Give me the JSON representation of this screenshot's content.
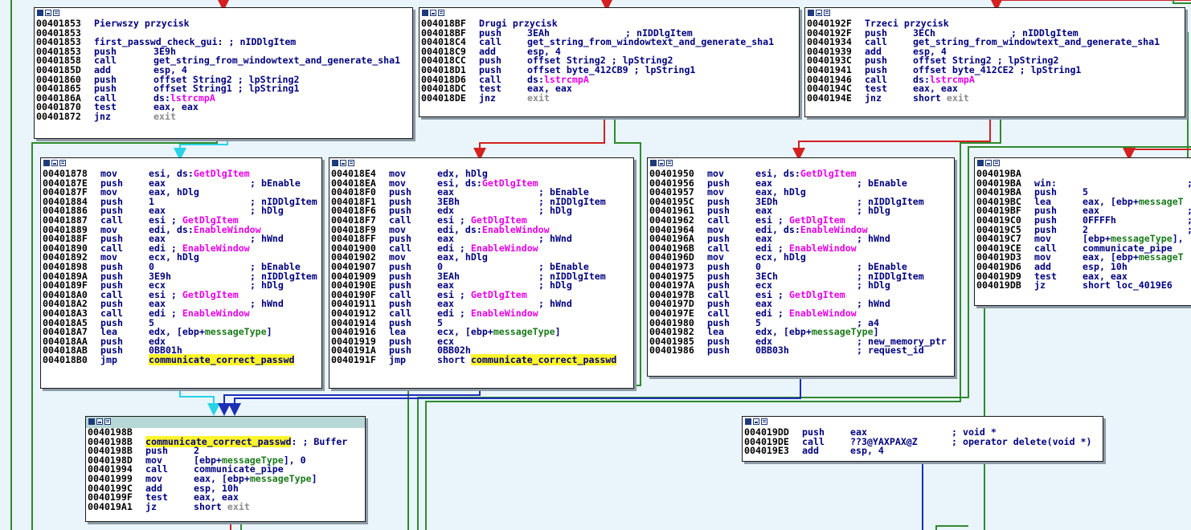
{
  "window": {
    "title": "IDA View - graph overview"
  },
  "colors": {
    "background": "#eaf4fb",
    "edge_true": "#2e8b2e",
    "edge_false": "#d42020",
    "edge_normal": "#1b2fb5",
    "edge_cyan": "#27d3e6",
    "highlight": "#fdf52a",
    "api_name": "#e800e8"
  },
  "blocks": [
    {
      "id": "b1",
      "lines": [
        {
          "addr": "00401853",
          "mn": "Pierwszy przycisk",
          "op": "",
          "cm": ""
        },
        {
          "addr": "00401853",
          "mn": "",
          "op": "",
          "cm": ""
        },
        {
          "addr": "00401853",
          "mn": "first_passwd_check_gui: ; nIDDlgItem",
          "op": "",
          "cm": ""
        },
        {
          "addr": "00401853",
          "mn": "push",
          "op": "3E9h",
          "cm": ""
        },
        {
          "addr": "00401858",
          "mn": "call",
          "op": "get_string_from_windowtext_and_generate_sha1",
          "cm": ""
        },
        {
          "addr": "0040185D",
          "mn": "add",
          "op": "esp, 4",
          "cm": ""
        },
        {
          "addr": "00401860",
          "mn": "push",
          "op": "offset String2 ; lpString2",
          "cm": ""
        },
        {
          "addr": "00401865",
          "mn": "push",
          "op": "offset String1 ; lpString1",
          "cm": ""
        },
        {
          "addr": "0040186A",
          "mn": "call",
          "op": "ds:lstrcmpA",
          "cm": ""
        },
        {
          "addr": "00401870",
          "mn": "test",
          "op": "eax, eax",
          "cm": ""
        },
        {
          "addr": "00401872",
          "mn": "jnz",
          "op": "exit",
          "cm": ""
        }
      ]
    },
    {
      "id": "b2",
      "lines": [
        {
          "addr": "004018BF",
          "mn": "Drugi przycisk",
          "op": "",
          "cm": ""
        },
        {
          "addr": "004018BF",
          "mn": "push",
          "op": "3EAh",
          "cm": "; nIDDlgItem"
        },
        {
          "addr": "004018C4",
          "mn": "call",
          "op": "get_string_from_windowtext_and_generate_sha1",
          "cm": ""
        },
        {
          "addr": "004018C9",
          "mn": "add",
          "op": "esp, 4",
          "cm": ""
        },
        {
          "addr": "004018CC",
          "mn": "push",
          "op": "offset String2 ; lpString2",
          "cm": ""
        },
        {
          "addr": "004018D1",
          "mn": "push",
          "op": "offset byte_412CB9 ; lpString1",
          "cm": ""
        },
        {
          "addr": "004018D6",
          "mn": "call",
          "op": "ds:lstrcmpA",
          "cm": ""
        },
        {
          "addr": "004018DC",
          "mn": "test",
          "op": "eax, eax",
          "cm": ""
        },
        {
          "addr": "004018DE",
          "mn": "jnz",
          "op": "exit",
          "cm": ""
        }
      ]
    },
    {
      "id": "b3",
      "lines": [
        {
          "addr": "0040192F",
          "mn": "Trzeci przycisk",
          "op": "",
          "cm": ""
        },
        {
          "addr": "0040192F",
          "mn": "push",
          "op": "3ECh",
          "cm": "; nIDDlgItem"
        },
        {
          "addr": "00401934",
          "mn": "call",
          "op": "get_string_from_windowtext_and_generate_sha1",
          "cm": ""
        },
        {
          "addr": "00401939",
          "mn": "add",
          "op": "esp, 4",
          "cm": ""
        },
        {
          "addr": "0040193C",
          "mn": "push",
          "op": "offset String2 ; lpString2",
          "cm": ""
        },
        {
          "addr": "00401941",
          "mn": "push",
          "op": "offset byte_412CE2 ; lpString1",
          "cm": ""
        },
        {
          "addr": "00401946",
          "mn": "call",
          "op": "ds:lstrcmpA",
          "cm": ""
        },
        {
          "addr": "0040194C",
          "mn": "test",
          "op": "eax, eax",
          "cm": ""
        },
        {
          "addr": "0040194E",
          "mn": "jnz",
          "op": "short exit",
          "cm": ""
        }
      ]
    },
    {
      "id": "b4",
      "lines": [
        {
          "addr": "00401878",
          "mn": "mov",
          "op": "esi, ds:GetDlgItem",
          "cm": ""
        },
        {
          "addr": "0040187E",
          "mn": "push",
          "op": "eax",
          "cm": "; bEnable"
        },
        {
          "addr": "0040187F",
          "mn": "mov",
          "op": "eax, hDlg",
          "cm": ""
        },
        {
          "addr": "00401884",
          "mn": "push",
          "op": "1",
          "cm": "; nIDDlgItem"
        },
        {
          "addr": "00401886",
          "mn": "push",
          "op": "eax",
          "cm": "; hDlg"
        },
        {
          "addr": "00401887",
          "mn": "call",
          "op": "esi ; GetDlgItem",
          "cm": ""
        },
        {
          "addr": "00401889",
          "mn": "mov",
          "op": "edi, ds:EnableWindow",
          "cm": ""
        },
        {
          "addr": "0040188F",
          "mn": "push",
          "op": "eax",
          "cm": "; hWnd"
        },
        {
          "addr": "00401890",
          "mn": "call",
          "op": "edi ; EnableWindow",
          "cm": ""
        },
        {
          "addr": "00401892",
          "mn": "mov",
          "op": "ecx, hDlg",
          "cm": ""
        },
        {
          "addr": "00401898",
          "mn": "push",
          "op": "0",
          "cm": "; bEnable"
        },
        {
          "addr": "0040189A",
          "mn": "push",
          "op": "3E9h",
          "cm": "; nIDDlgItem"
        },
        {
          "addr": "0040189F",
          "mn": "push",
          "op": "ecx",
          "cm": "; hDlg"
        },
        {
          "addr": "004018A0",
          "mn": "call",
          "op": "esi ; GetDlgItem",
          "cm": ""
        },
        {
          "addr": "004018A2",
          "mn": "push",
          "op": "eax",
          "cm": "; hWnd"
        },
        {
          "addr": "004018A3",
          "mn": "call",
          "op": "edi ; EnableWindow",
          "cm": ""
        },
        {
          "addr": "004018A5",
          "mn": "push",
          "op": "5",
          "cm": ""
        },
        {
          "addr": "004018A7",
          "mn": "lea",
          "op": "edx, [ebp+messageType]",
          "cm": ""
        },
        {
          "addr": "004018AA",
          "mn": "push",
          "op": "edx",
          "cm": ""
        },
        {
          "addr": "004018AB",
          "mn": "push",
          "op": "0BB01h",
          "cm": ""
        },
        {
          "addr": "004018B0",
          "mn": "jmp",
          "op": "communicate_correct_passwd",
          "cm": ""
        }
      ]
    },
    {
      "id": "b5",
      "lines": [
        {
          "addr": "004018E4",
          "mn": "mov",
          "op": "edx, hDlg",
          "cm": ""
        },
        {
          "addr": "004018EA",
          "mn": "mov",
          "op": "esi, ds:GetDlgItem",
          "cm": ""
        },
        {
          "addr": "004018F0",
          "mn": "push",
          "op": "eax",
          "cm": "; bEnable"
        },
        {
          "addr": "004018F1",
          "mn": "push",
          "op": "3EBh",
          "cm": "; nIDDlgItem"
        },
        {
          "addr": "004018F6",
          "mn": "push",
          "op": "edx",
          "cm": "; hDlg"
        },
        {
          "addr": "004018F7",
          "mn": "call",
          "op": "esi ; GetDlgItem",
          "cm": ""
        },
        {
          "addr": "004018F9",
          "mn": "mov",
          "op": "edi, ds:EnableWindow",
          "cm": ""
        },
        {
          "addr": "004018FF",
          "mn": "push",
          "op": "eax",
          "cm": "; hWnd"
        },
        {
          "addr": "00401900",
          "mn": "call",
          "op": "edi ; EnableWindow",
          "cm": ""
        },
        {
          "addr": "00401902",
          "mn": "mov",
          "op": "eax, hDlg",
          "cm": ""
        },
        {
          "addr": "00401907",
          "mn": "push",
          "op": "0",
          "cm": "; bEnable"
        },
        {
          "addr": "00401909",
          "mn": "push",
          "op": "3EAh",
          "cm": "; nIDDlgItem"
        },
        {
          "addr": "0040190E",
          "mn": "push",
          "op": "eax",
          "cm": "; hDlg"
        },
        {
          "addr": "0040190F",
          "mn": "call",
          "op": "esi ; GetDlgItem",
          "cm": ""
        },
        {
          "addr": "00401911",
          "mn": "push",
          "op": "eax",
          "cm": "; hWnd"
        },
        {
          "addr": "00401912",
          "mn": "call",
          "op": "edi ; EnableWindow",
          "cm": ""
        },
        {
          "addr": "00401914",
          "mn": "push",
          "op": "5",
          "cm": ""
        },
        {
          "addr": "00401916",
          "mn": "lea",
          "op": "ecx, [ebp+messageType]",
          "cm": ""
        },
        {
          "addr": "00401919",
          "mn": "push",
          "op": "ecx",
          "cm": ""
        },
        {
          "addr": "0040191A",
          "mn": "push",
          "op": "0BB02h",
          "cm": ""
        },
        {
          "addr": "0040191F",
          "mn": "jmp",
          "op": "short communicate_correct_passwd",
          "cm": ""
        }
      ]
    },
    {
      "id": "b6",
      "lines": [
        {
          "addr": "00401950",
          "mn": "mov",
          "op": "esi, ds:GetDlgItem",
          "cm": ""
        },
        {
          "addr": "00401956",
          "mn": "push",
          "op": "eax",
          "cm": "; bEnable"
        },
        {
          "addr": "00401957",
          "mn": "mov",
          "op": "eax, hDlg",
          "cm": ""
        },
        {
          "addr": "0040195C",
          "mn": "push",
          "op": "3EDh",
          "cm": "; nIDDlgItem"
        },
        {
          "addr": "00401961",
          "mn": "push",
          "op": "eax",
          "cm": "; hDlg"
        },
        {
          "addr": "00401962",
          "mn": "call",
          "op": "esi ; GetDlgItem",
          "cm": ""
        },
        {
          "addr": "00401964",
          "mn": "mov",
          "op": "edi, ds:EnableWindow",
          "cm": ""
        },
        {
          "addr": "0040196A",
          "mn": "push",
          "op": "eax",
          "cm": "; hWnd"
        },
        {
          "addr": "0040196B",
          "mn": "call",
          "op": "edi ; EnableWindow",
          "cm": ""
        },
        {
          "addr": "0040196D",
          "mn": "mov",
          "op": "ecx, hDlg",
          "cm": ""
        },
        {
          "addr": "00401973",
          "mn": "push",
          "op": "0",
          "cm": "; bEnable"
        },
        {
          "addr": "00401975",
          "mn": "push",
          "op": "3ECh",
          "cm": "; nIDDlgItem"
        },
        {
          "addr": "0040197A",
          "mn": "push",
          "op": "ecx",
          "cm": "; hDlg"
        },
        {
          "addr": "0040197B",
          "mn": "call",
          "op": "esi ; GetDlgItem",
          "cm": ""
        },
        {
          "addr": "0040197D",
          "mn": "push",
          "op": "eax",
          "cm": "; hWnd"
        },
        {
          "addr": "0040197E",
          "mn": "call",
          "op": "edi ; EnableWindow",
          "cm": ""
        },
        {
          "addr": "00401980",
          "mn": "push",
          "op": "5",
          "cm": "; a4"
        },
        {
          "addr": "00401982",
          "mn": "lea",
          "op": "edx, [ebp+messageType]",
          "cm": ""
        },
        {
          "addr": "00401985",
          "mn": "push",
          "op": "edx",
          "cm": "; new_memory_ptr"
        },
        {
          "addr": "00401986",
          "mn": "push",
          "op": "0BB03h",
          "cm": "; request_id"
        }
      ]
    },
    {
      "id": "b7",
      "lines": [
        {
          "addr": "004019BA",
          "mn": "",
          "op": "",
          "cm": ""
        },
        {
          "addr": "004019BA",
          "mn": "win:",
          "op": "",
          "cm": ";"
        },
        {
          "addr": "004019BA",
          "mn": "push",
          "op": "5",
          "cm": ""
        },
        {
          "addr": "004019BC",
          "mn": "lea",
          "op": "eax, [ebp+messageT",
          "cm": ""
        },
        {
          "addr": "004019BF",
          "mn": "push",
          "op": "eax",
          "cm": ";"
        },
        {
          "addr": "004019C0",
          "mn": "push",
          "op": "0FFFFh",
          "cm": ";"
        },
        {
          "addr": "004019C5",
          "mn": "push",
          "op": "2",
          "cm": ";"
        },
        {
          "addr": "004019C7",
          "mn": "mov",
          "op": "[ebp+messageType],",
          "cm": ""
        },
        {
          "addr": "004019CE",
          "mn": "call",
          "op": "communicate_pipe",
          "cm": ""
        },
        {
          "addr": "004019D3",
          "mn": "mov",
          "op": "eax, [ebp+messageT",
          "cm": ""
        },
        {
          "addr": "004019D6",
          "mn": "add",
          "op": "esp, 10h",
          "cm": ""
        },
        {
          "addr": "004019D9",
          "mn": "test",
          "op": "eax, eax",
          "cm": ""
        },
        {
          "addr": "004019DB",
          "mn": "jz",
          "op": "short loc_4019E6",
          "cm": ""
        }
      ]
    },
    {
      "id": "b8",
      "lines": [
        {
          "addr": "0040198B",
          "mn": "",
          "op": "",
          "cm": ""
        },
        {
          "addr": "0040198B",
          "mn": "communicate_correct_passwd: ; Buffer",
          "op": "",
          "cm": ""
        },
        {
          "addr": "0040198B",
          "mn": "push",
          "op": "2",
          "cm": ""
        },
        {
          "addr": "0040198D",
          "mn": "mov",
          "op": "[ebp+messageType], 0",
          "cm": ""
        },
        {
          "addr": "00401994",
          "mn": "call",
          "op": "communicate_pipe",
          "cm": ""
        },
        {
          "addr": "00401999",
          "mn": "mov",
          "op": "eax, [ebp+messageType]",
          "cm": ""
        },
        {
          "addr": "0040199C",
          "mn": "add",
          "op": "esp, 10h",
          "cm": ""
        },
        {
          "addr": "0040199F",
          "mn": "test",
          "op": "eax, eax",
          "cm": ""
        },
        {
          "addr": "004019A1",
          "mn": "jz",
          "op": "short exit",
          "cm": ""
        }
      ]
    },
    {
      "id": "b9",
      "lines": [
        {
          "addr": "004019DD",
          "mn": "push",
          "op": "eax",
          "cm": "; void *"
        },
        {
          "addr": "004019DE",
          "mn": "call",
          "op": "??3@YAXPAX@Z",
          "cm": "; operator delete(void *)"
        },
        {
          "addr": "004019E3",
          "mn": "add",
          "op": "esp, 4",
          "cm": ""
        }
      ]
    }
  ]
}
